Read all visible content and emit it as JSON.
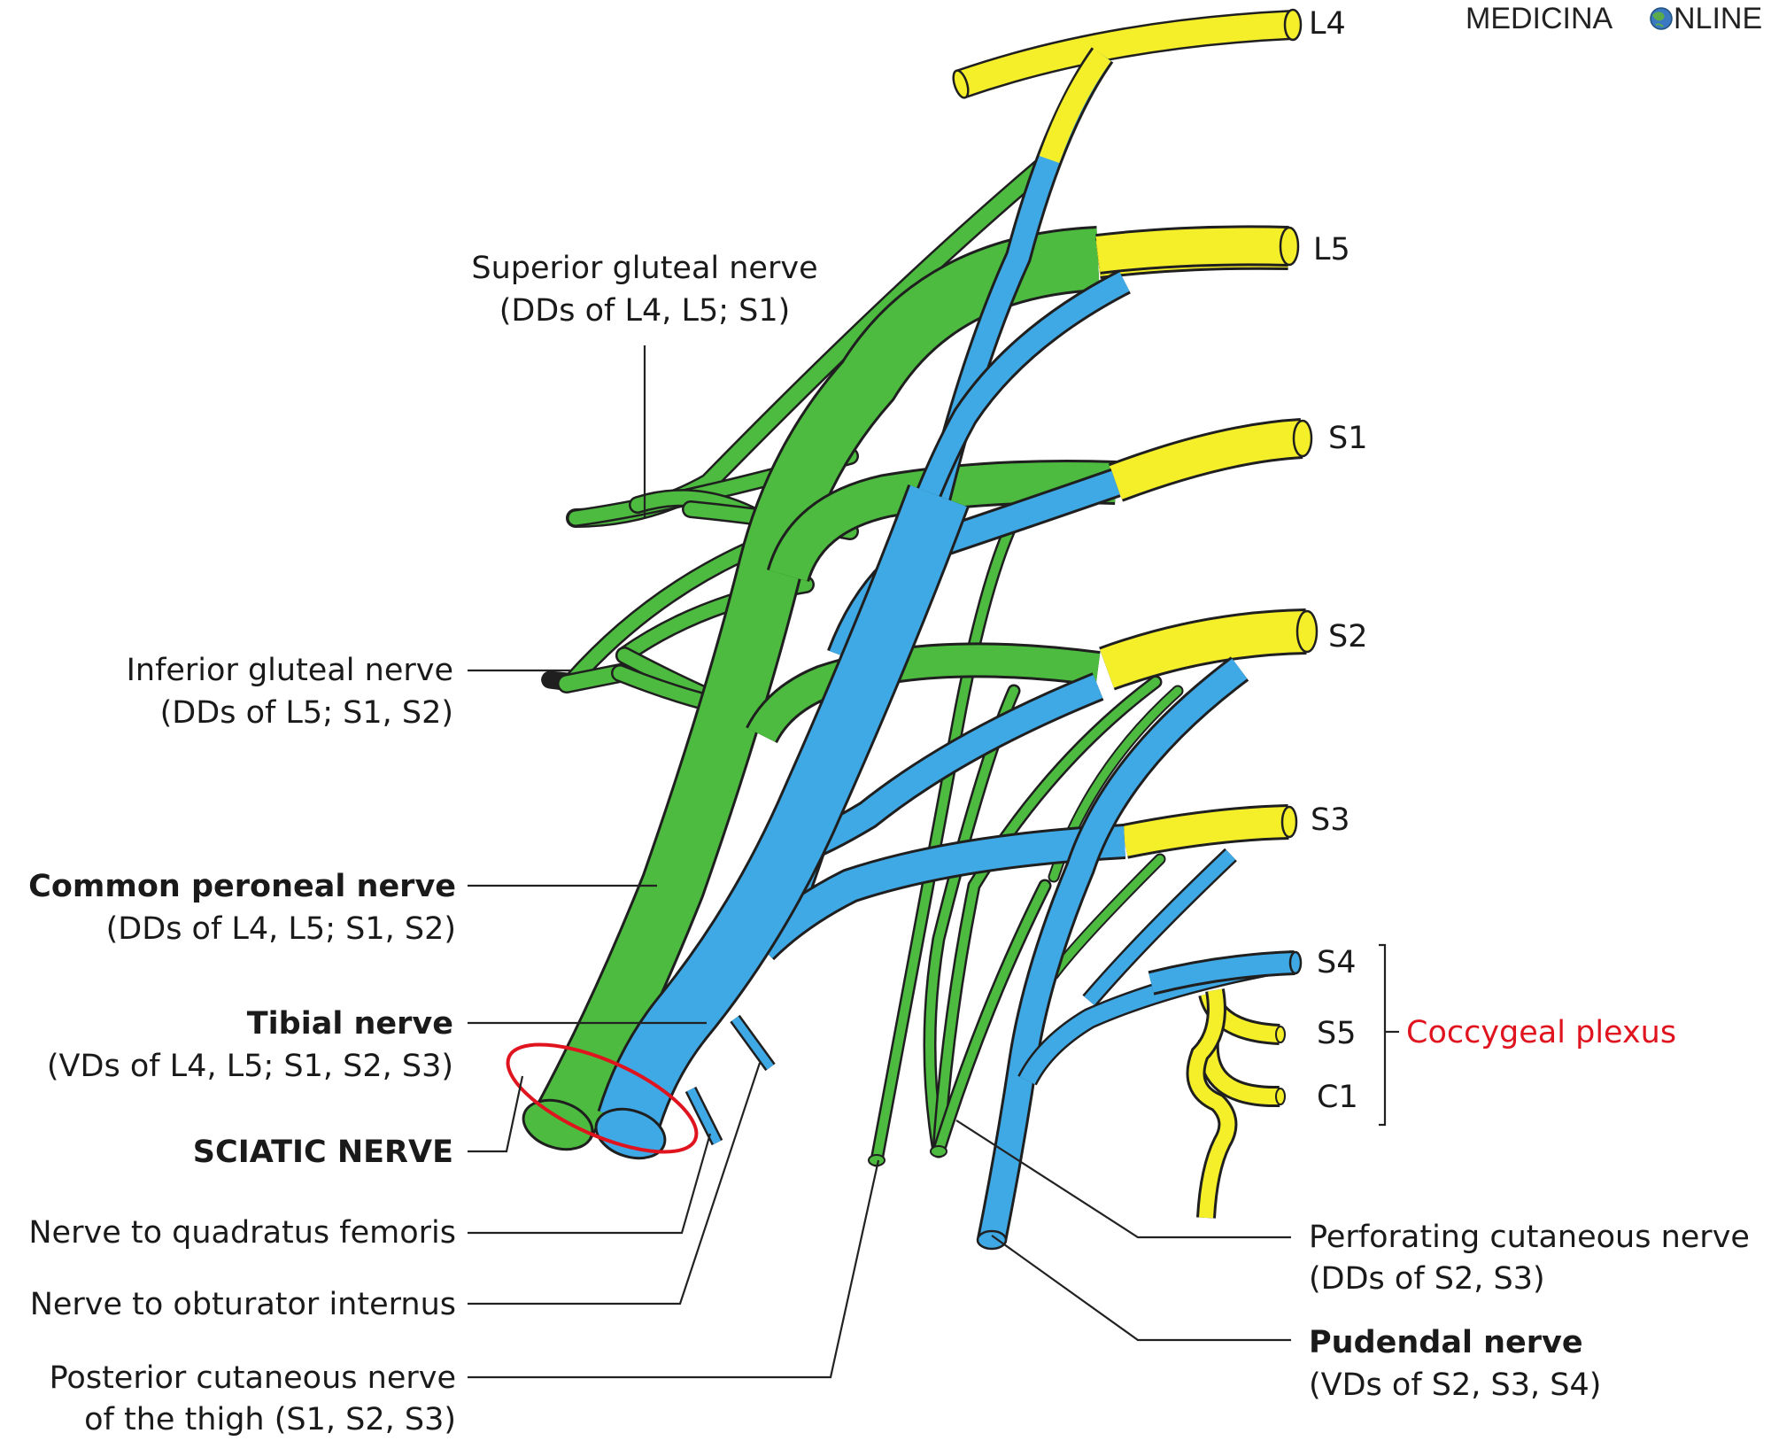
{
  "watermark": {
    "left": "MEDICINA",
    "right": "NLINE",
    "globe_icon": "globe-icon"
  },
  "roots": {
    "l4": "L4",
    "l5": "L5",
    "s1": "S1",
    "s2": "S2",
    "s3": "S3",
    "s4": "S4",
    "s5": "S5",
    "c1": "C1"
  },
  "labels": {
    "superior_gluteal": {
      "name": "Superior gluteal nerve",
      "sub": "(DDs of L4, L5; S1)"
    },
    "inferior_gluteal": {
      "name": "Inferior gluteal nerve",
      "sub": "(DDs of L5; S1, S2)"
    },
    "common_peroneal": {
      "name": "Common peroneal nerve",
      "sub": "(DDs of L4, L5; S1, S2)"
    },
    "tibial": {
      "name": "Tibial nerve",
      "sub": "(VDs of L4, L5; S1, S2, S3)"
    },
    "sciatic": {
      "name": "SCIATIC NERVE"
    },
    "quadratus": {
      "name": "Nerve to quadratus femoris"
    },
    "obturator": {
      "name": "Nerve to obturator internus"
    },
    "posterior_cutaneous": {
      "name": "Posterior cutaneous nerve",
      "sub": "of the thigh (S1, S2, S3)"
    },
    "perforating": {
      "name": "Perforating cutaneous nerve",
      "sub": "(DDs of S2, S3)"
    },
    "pudendal": {
      "name": "Pudendal nerve",
      "sub": "(VDs of S2, S3, S4)"
    },
    "coccygeal": {
      "name": "Coccygeal plexus"
    }
  },
  "colors": {
    "dorsal_division": "#4cbb3f",
    "ventral_division": "#3fa9e6",
    "root": "#f5ef2a",
    "outline": "#1f1f1f",
    "highlight_ring": "#e0141e",
    "label_red": "#e0141e"
  }
}
